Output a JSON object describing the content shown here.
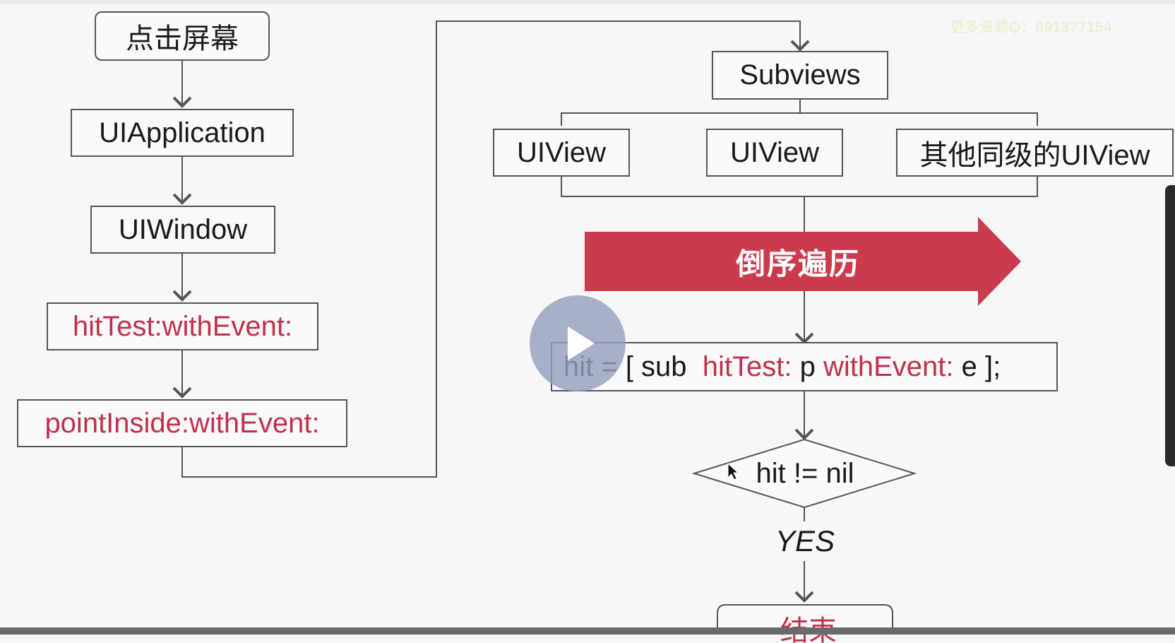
{
  "watermark": "更多资源Q：891377154",
  "left_flow": {
    "tap_screen": "点击屏幕",
    "ui_application": "UIApplication",
    "ui_window": "UIWindow",
    "hit_test": "hitTest:withEvent:",
    "point_inside": "pointInside:withEvent:"
  },
  "right_flow": {
    "subviews": "Subviews",
    "uiview_1": "UIView",
    "uiview_2": "UIView",
    "sibling_uiview": "其他同级的UIView",
    "reverse_traversal": "倒序遍历",
    "code": {
      "part1": "hit = [ sub  ",
      "part2": "hitTest:",
      "part3": " p ",
      "part4": "withEvent:",
      "part5": " e ];"
    },
    "condition": "hit != nil",
    "yes": "YES",
    "end": "结束"
  },
  "colors": {
    "highlight_text": "#c2304c",
    "arrow_fill": "#cc3b4d"
  },
  "icons": {
    "play": "play-icon",
    "cursor": "mouse-pointer-icon"
  }
}
